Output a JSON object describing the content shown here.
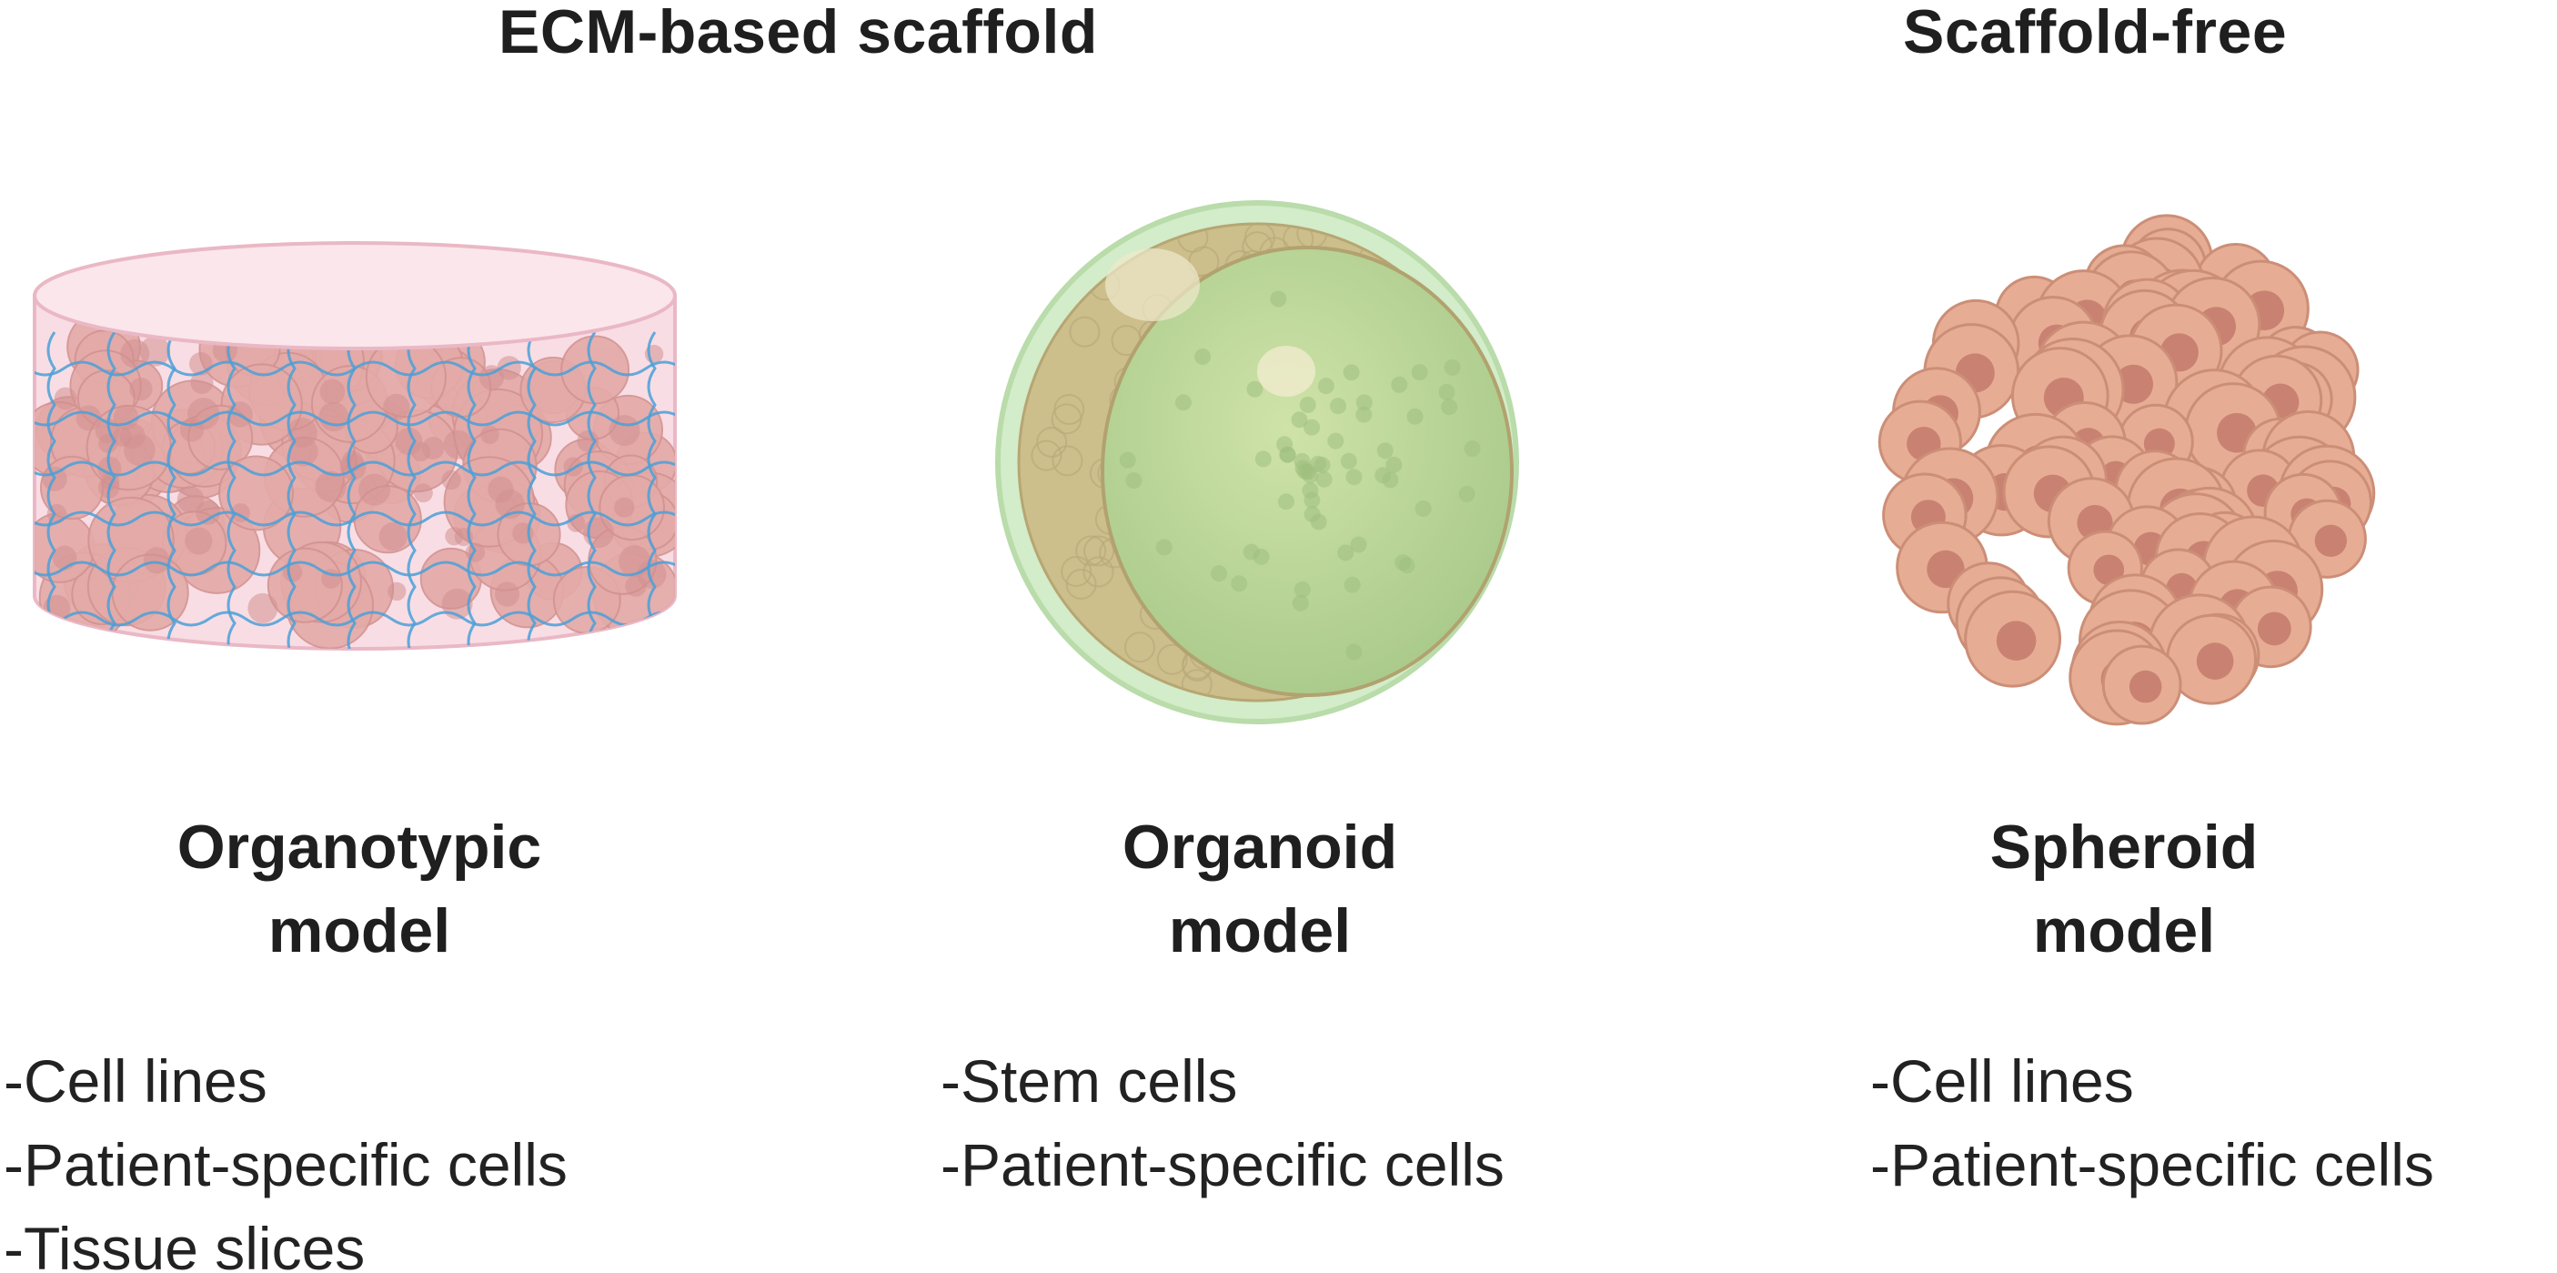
{
  "headers": {
    "scaffold": "ECM-based scaffold",
    "scaffold_free": "Scaffold-free"
  },
  "models": [
    {
      "id": "organotypic",
      "title_line1": "Organotypic",
      "title_line2": "model",
      "sources": [
        "-Cell lines",
        "-Patient-specific cells",
        "-Tissue slices"
      ]
    },
    {
      "id": "organoid",
      "title_line1": "Organoid",
      "title_line2": "model",
      "sources": [
        "-Stem cells",
        "-Patient-specific cells"
      ]
    },
    {
      "id": "spheroid",
      "title_line1": "Spheroid",
      "title_line2": "model",
      "sources": [
        "-Cell lines",
        "-Patient-specific cells"
      ]
    }
  ],
  "colors": {
    "text": "#1f1f1f",
    "gel_pink": "#f7d3dc",
    "cell_pink": "#e0a5a2",
    "mesh_blue": "#4aa0d8",
    "organoid_green": "#b8d49a",
    "organoid_shell": "#cce8c4",
    "spheroid_cell": "#e2a88f",
    "spheroid_nucleus": "#c98272"
  }
}
